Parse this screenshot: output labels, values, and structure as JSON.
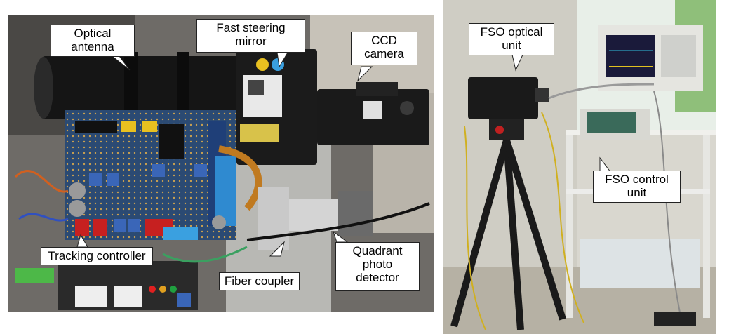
{
  "labels": {
    "optical_antenna": "Optical antenna",
    "fast_steering_mirror": "Fast steering mirror",
    "ccd_camera": "CCD camera",
    "tracking_controller": "Tracking controller",
    "fiber_coupler": "Fiber coupler",
    "quadrant_photo_detector": "Quadrant photo detector",
    "fso_optical_unit": "FSO optical unit",
    "fso_control_unit": "FSO control unit"
  },
  "colors": {
    "background": "#ffffff",
    "label_border": "#222222",
    "label_text": "#000000",
    "mirror_yellow": "#e8c020",
    "mirror_blue": "#3aa0e0"
  }
}
